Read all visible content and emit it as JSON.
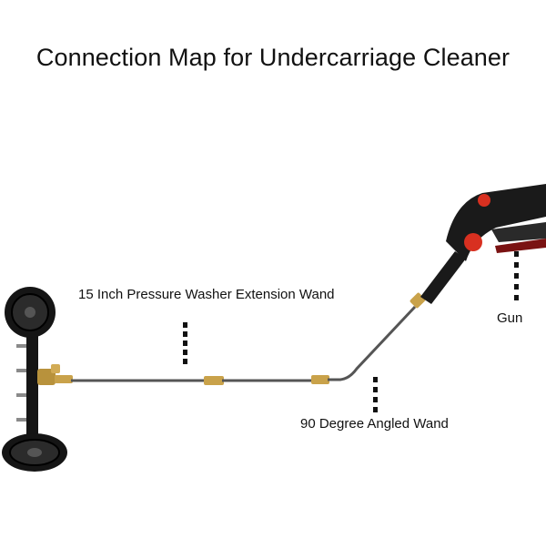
{
  "title": "Connection Map for Undercarriage Cleaner",
  "labels": {
    "extension_wand": "15 Inch Pressure Washer Extension Wand",
    "gun": "Gun",
    "angled_wand": "90 Degree Angled Wand"
  },
  "colors": {
    "text": "#111111",
    "metal_body": "#111111",
    "wand_steel": "#555555",
    "brass": "#c9a24a",
    "gun_trigger_accent": "#d83020"
  }
}
